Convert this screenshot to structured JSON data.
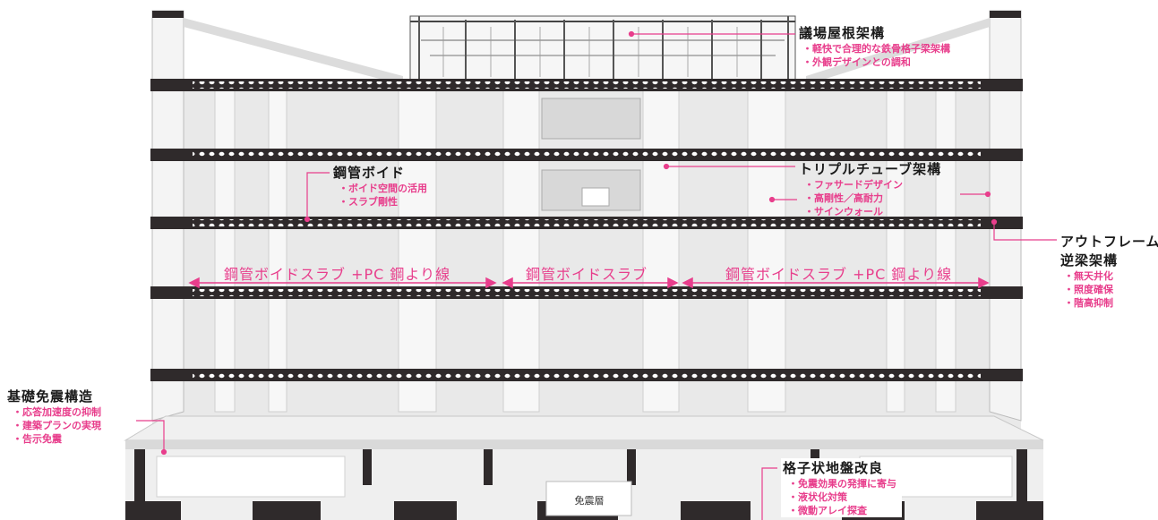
{
  "colors": {
    "accent": "#e83e8c",
    "slab": "#2f2a2b",
    "concrete": "#eeeeee",
    "text": "#1a1a1a"
  },
  "labels": {
    "roof_frame": {
      "title": "議場屋根架構",
      "bullets": [
        "・軽快で合理的な鉄骨格子梁架構",
        "・外観デザインとの調和"
      ]
    },
    "steel_void": {
      "title": "鋼管ボイド",
      "bullets": [
        "・ボイド空間の活用",
        "・スラブ剛性"
      ]
    },
    "triple_tube": {
      "title": "トリプルチューブ架構",
      "bullets": [
        "・ファサードデザイン",
        "・高剛性／高耐力",
        "・サインウォール"
      ]
    },
    "outframe": {
      "title": "アウトフレーム",
      "title2": "逆梁架構",
      "bullets": [
        "・無天井化",
        "・照度確保",
        "・階高抑制"
      ]
    },
    "base_isolation": {
      "title": "基礎免震構造",
      "bullets": [
        "・応答加速度の抑制",
        "・建築プランの実現",
        "・告示免震"
      ]
    },
    "ground_improvement": {
      "title": "格子状地盤改良",
      "bullets": [
        "・免震効果の発揮に寄与",
        "・液状化対策",
        "・微動アレイ探査"
      ]
    }
  },
  "spans": {
    "left": "鋼管ボイドスラブ +PC 鋼より線",
    "center": "鋼管ボイドスラブ",
    "right": "鋼管ボイドスラブ +PC 鋼より線"
  },
  "isolation_layer": "免震層"
}
